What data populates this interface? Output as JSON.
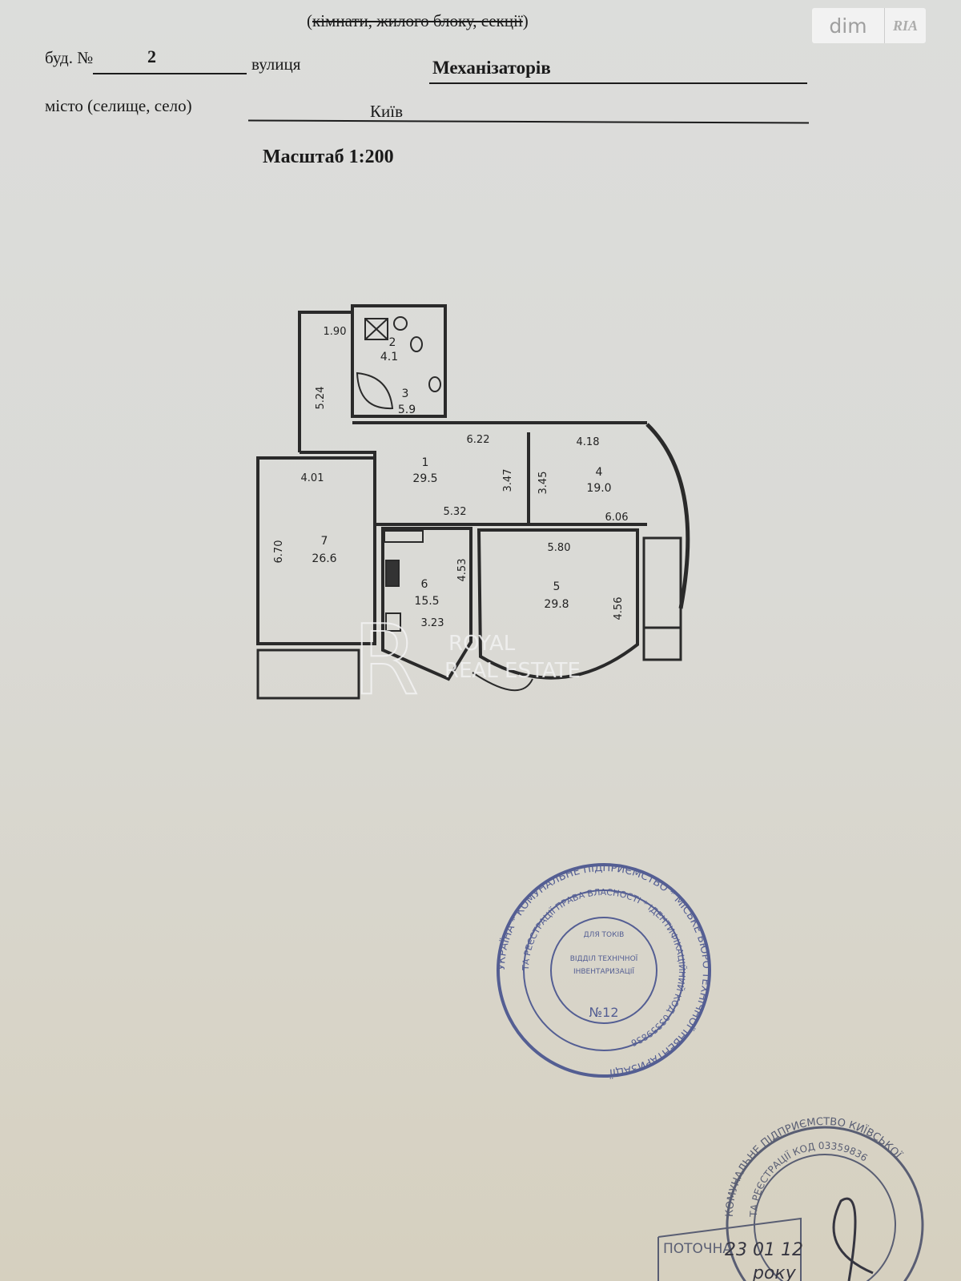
{
  "header": {
    "subtitle_open": "(",
    "subtitle_struck": "кімнати, жилого блоку, секції",
    "subtitle_close": ")",
    "building_label": "буд. №",
    "building_value": "2",
    "street_label": "вулиця",
    "street_value": "Механізаторів",
    "city_label": "місто (селище, село)",
    "city_value": "Київ",
    "scale": "Масштаб 1:200"
  },
  "watermarks": {
    "logo_dim": "dim",
    "logo_ria": "RIA",
    "agency_line1": "ROYAL",
    "agency_line2": "REAL ESTATE"
  },
  "floor_plan": {
    "rooms": [
      {
        "number": "1",
        "area": "29.5"
      },
      {
        "number": "2",
        "area": "4.1"
      },
      {
        "number": "3",
        "area": "5.9"
      },
      {
        "number": "4",
        "area": "19.0"
      },
      {
        "number": "5",
        "area": "29.8"
      },
      {
        "number": "6",
        "area": "15.5"
      },
      {
        "number": "7",
        "area": "26.6"
      }
    ],
    "dimensions": [
      "1.90",
      "5.24",
      "6.22",
      "3.47",
      "3.45",
      "4.18",
      "4.01",
      "5.32",
      "6.06",
      "6.70",
      "5.80",
      "4.53",
      "4.56",
      "3.23"
    ]
  },
  "stamps": {
    "main_outer": "УКРАЇНА * КОМУНАЛЬНЕ ПІДПРИЄМСТВО * МІСЬКЕ БЮРО ТЕХНІЧНОЇ ІНВЕНТАРИЗАЦІЇ",
    "main_inner": "ТА РЕЄСТРАЦІЇ ПРАВА ВЛАСНОСТІ * ІДЕНТИФІКАЦІЙНИЙ КОД 03359836",
    "main_center": [
      "ДЛЯ ТОКІВ",
      "ВІДДІЛ ТЕХНІЧНОЇ",
      "ІНВЕНТАРИЗАЦІЇ",
      "№12"
    ],
    "lower_outer": "КОМУНАЛЬНЕ ПІДПРИЄМСТВО КИЇВСЬКОЇ",
    "lower_inner": "ТА РЕЄСТРАЦІЇ КОД 03359836",
    "box_text": "ПОТОЧНА",
    "handwritten_date": "23 01 12",
    "handwritten_word": "року"
  },
  "colors": {
    "ink": "#1c1c1c",
    "stamp": "#3d4a8a",
    "paper": "#dcdddb"
  }
}
